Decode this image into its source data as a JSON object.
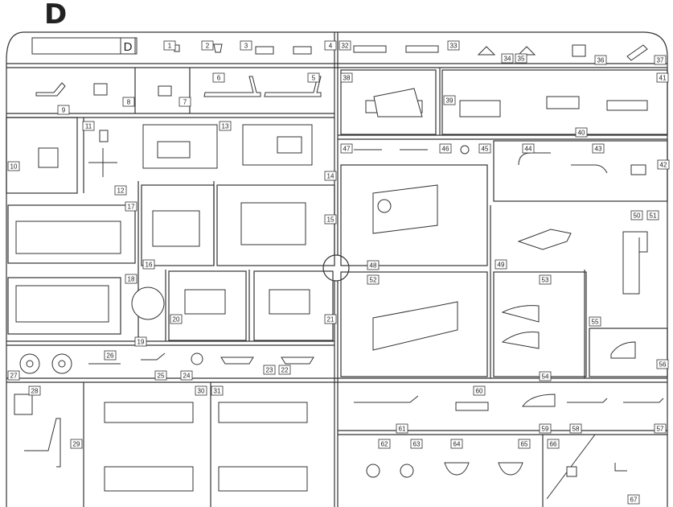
{
  "sheet": {
    "title": "D",
    "tab_letter": "D"
  },
  "parts": [
    {
      "n": "1"
    },
    {
      "n": "2"
    },
    {
      "n": "3"
    },
    {
      "n": "4"
    },
    {
      "n": "5"
    },
    {
      "n": "6"
    },
    {
      "n": "7"
    },
    {
      "n": "8"
    },
    {
      "n": "9"
    },
    {
      "n": "10"
    },
    {
      "n": "11"
    },
    {
      "n": "12"
    },
    {
      "n": "13"
    },
    {
      "n": "14"
    },
    {
      "n": "15"
    },
    {
      "n": "16"
    },
    {
      "n": "17"
    },
    {
      "n": "18"
    },
    {
      "n": "19"
    },
    {
      "n": "20"
    },
    {
      "n": "21"
    },
    {
      "n": "22"
    },
    {
      "n": "23"
    },
    {
      "n": "24"
    },
    {
      "n": "25"
    },
    {
      "n": "26"
    },
    {
      "n": "27"
    },
    {
      "n": "28"
    },
    {
      "n": "29"
    },
    {
      "n": "30"
    },
    {
      "n": "31"
    },
    {
      "n": "32"
    },
    {
      "n": "33"
    },
    {
      "n": "34"
    },
    {
      "n": "35"
    },
    {
      "n": "36"
    },
    {
      "n": "37"
    },
    {
      "n": "38"
    },
    {
      "n": "39"
    },
    {
      "n": "40"
    },
    {
      "n": "41"
    },
    {
      "n": "42"
    },
    {
      "n": "43"
    },
    {
      "n": "44"
    },
    {
      "n": "45"
    },
    {
      "n": "46"
    },
    {
      "n": "47"
    },
    {
      "n": "48"
    },
    {
      "n": "49"
    },
    {
      "n": "50"
    },
    {
      "n": "51"
    },
    {
      "n": "52"
    },
    {
      "n": "53"
    },
    {
      "n": "54"
    },
    {
      "n": "55"
    },
    {
      "n": "56"
    },
    {
      "n": "57"
    },
    {
      "n": "58"
    },
    {
      "n": "59"
    },
    {
      "n": "60"
    },
    {
      "n": "61"
    },
    {
      "n": "62"
    },
    {
      "n": "63"
    },
    {
      "n": "64"
    },
    {
      "n": "65"
    },
    {
      "n": "66"
    },
    {
      "n": "67"
    }
  ],
  "colors": {
    "line": "#333333",
    "background": "#ffffff"
  }
}
